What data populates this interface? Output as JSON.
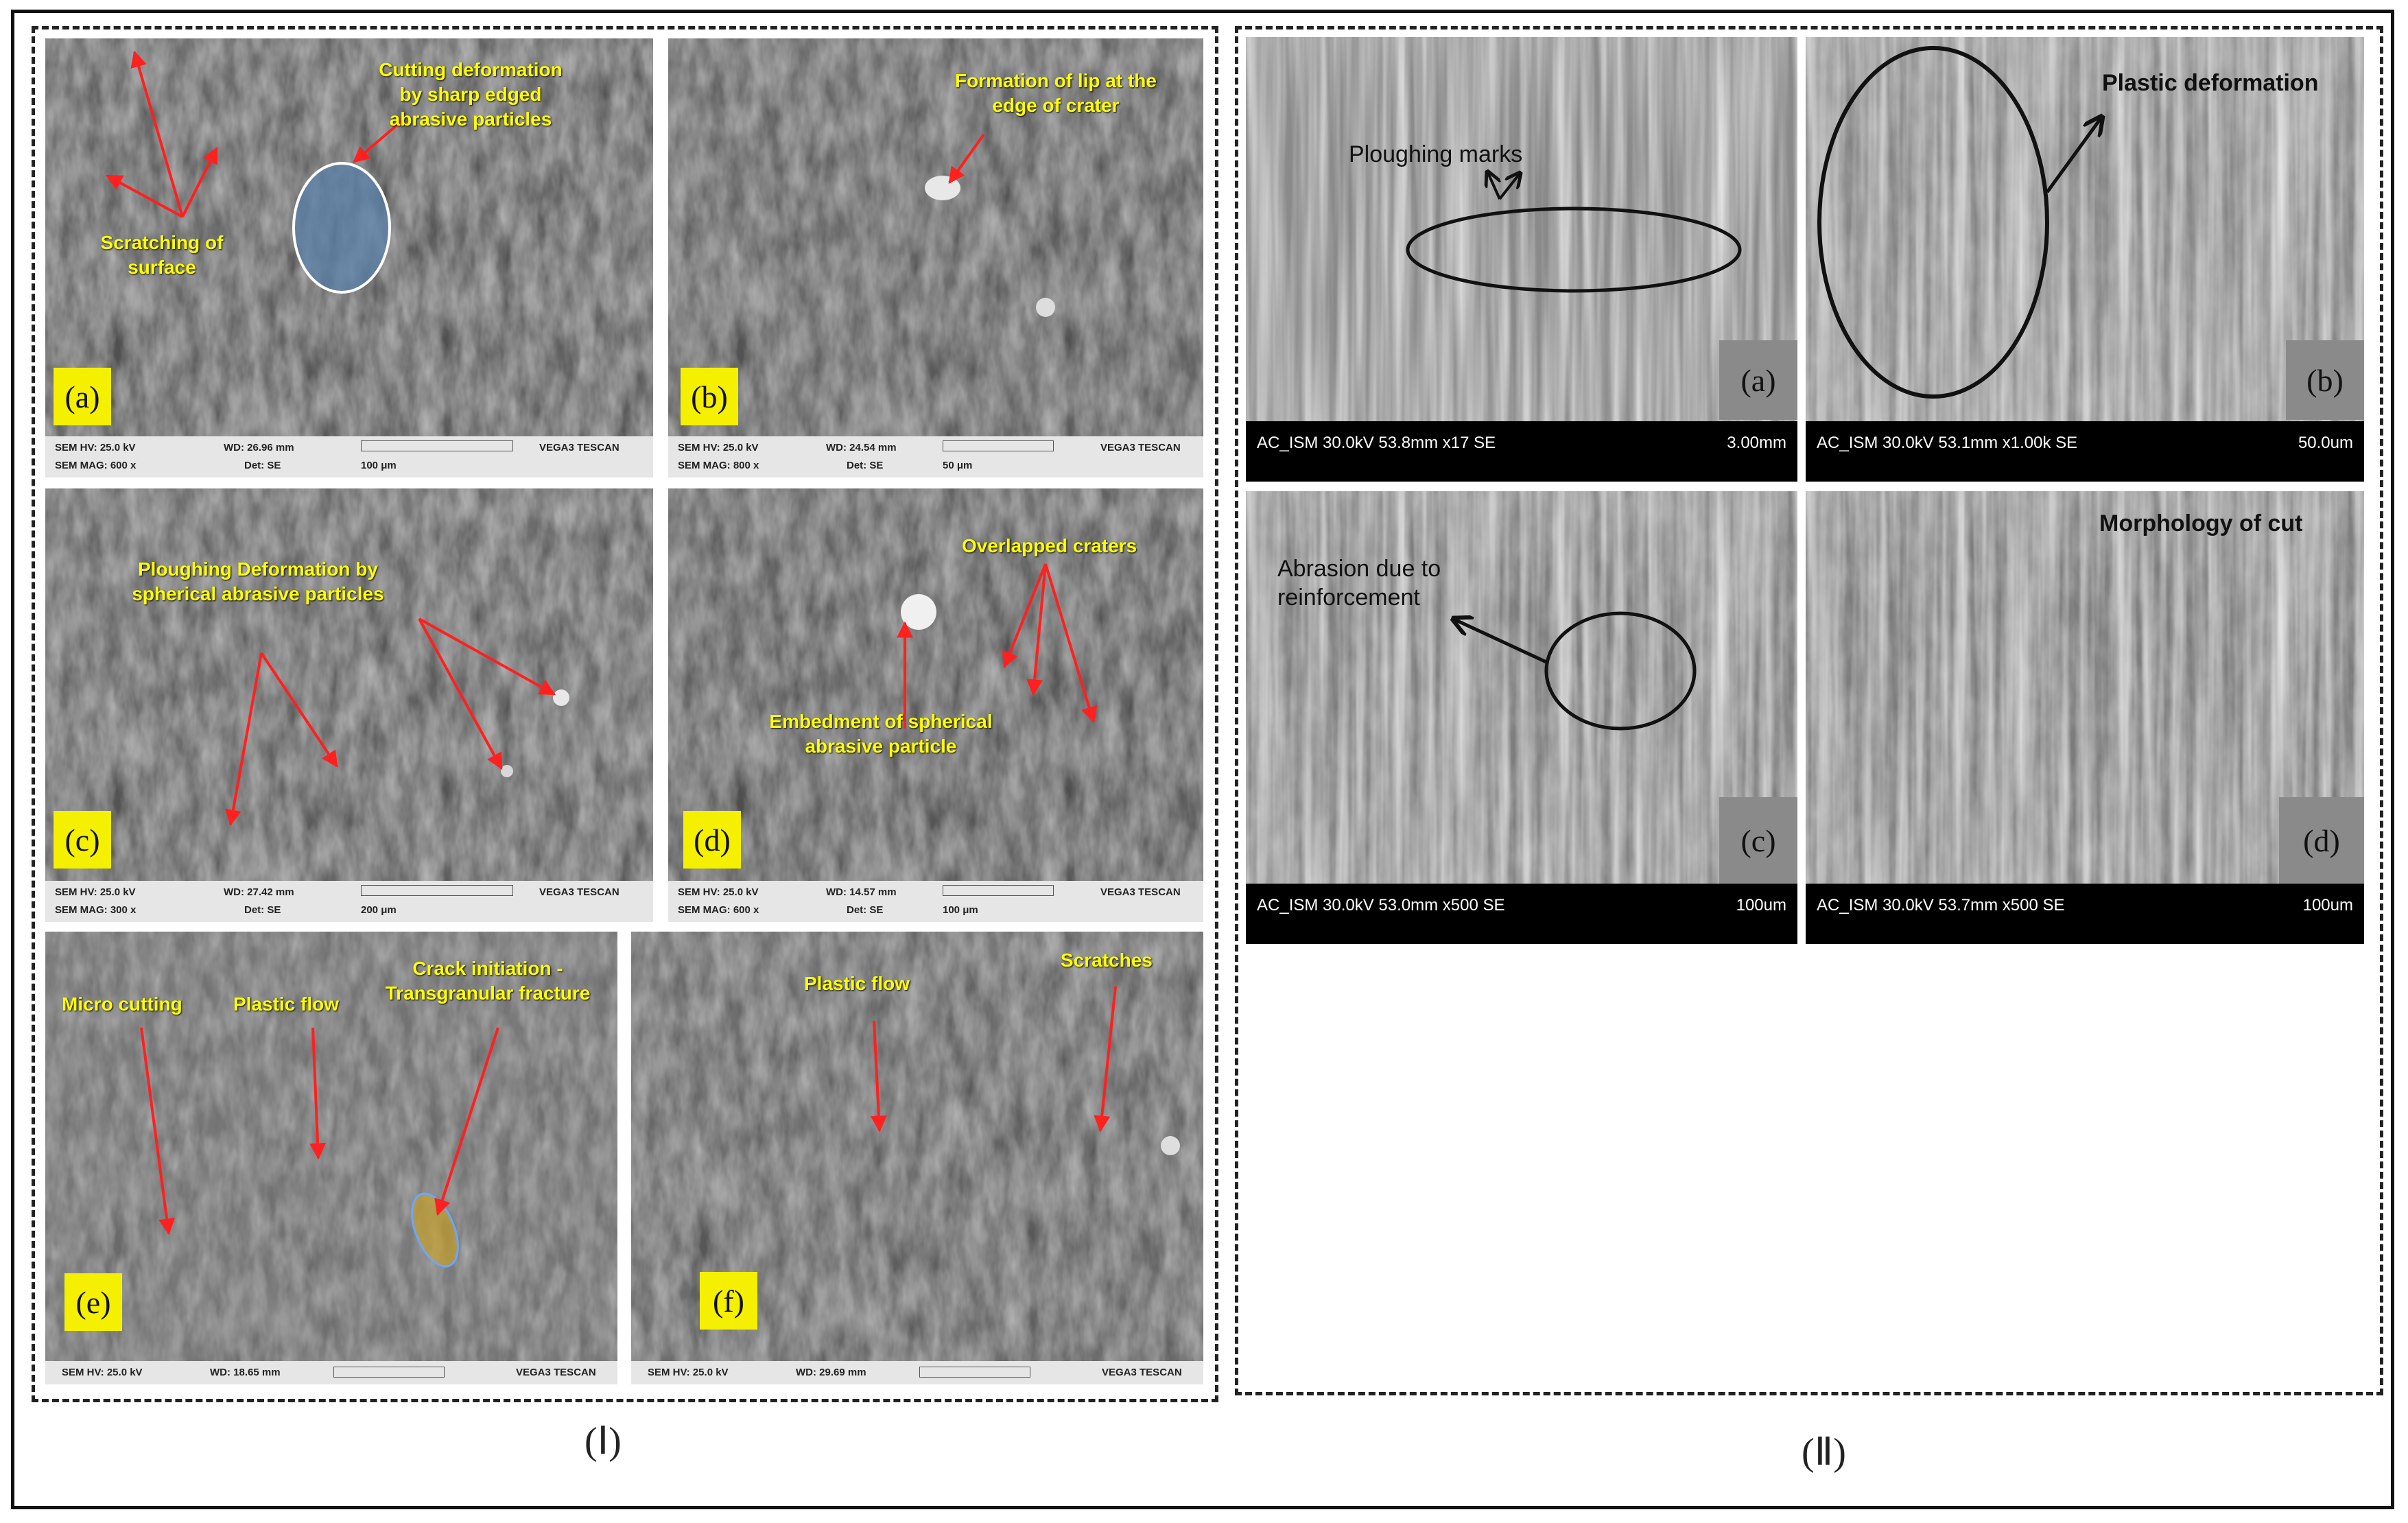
{
  "group_I": {
    "caption": "(Ⅰ)",
    "panels": {
      "a": {
        "label": "(a)",
        "ann1": "Cutting deformation by sharp edged abrasive particles",
        "ann2": "Scratching of surface",
        "meta": {
          "hv": "SEM HV: 25.0 kV",
          "wd": "WD: 26.96 mm",
          "brand": "VEGA3 TESCAN",
          "mag": "SEM MAG: 600 x",
          "det": "Det: SE",
          "scale": "100 μm"
        }
      },
      "b": {
        "label": "(b)",
        "ann1": "Formation of lip at the edge of crater",
        "meta": {
          "hv": "SEM HV: 25.0 kV",
          "wd": "WD: 24.54 mm",
          "brand": "VEGA3 TESCAN",
          "mag": "SEM MAG: 800 x",
          "det": "Det: SE",
          "scale": "50 μm"
        }
      },
      "c": {
        "label": "(c)",
        "ann1": "Ploughing Deformation by spherical abrasive particles",
        "meta": {
          "hv": "SEM HV: 25.0 kV",
          "wd": "WD: 27.42 mm",
          "brand": "VEGA3 TESCAN",
          "mag": "SEM MAG: 300 x",
          "det": "Det: SE",
          "scale": "200 μm"
        }
      },
      "d": {
        "label": "(d)",
        "ann1": "Overlapped craters",
        "ann2": "Embedment of spherical abrasive particle",
        "meta": {
          "hv": "SEM HV: 25.0 kV",
          "wd": "WD: 14.57 mm",
          "brand": "VEGA3 TESCAN",
          "mag": "SEM MAG: 600 x",
          "det": "Det: SE",
          "scale": "100 μm"
        }
      },
      "e": {
        "label": "(e)",
        "ann1": "Micro cutting",
        "ann2": "Plastic flow",
        "ann3": "Crack initiation - Transgranular fracture",
        "meta": {
          "hv": "SEM HV: 25.0 kV",
          "wd": "WD: 18.65 mm",
          "brand": "VEGA3 TESCAN"
        }
      },
      "f": {
        "label": "(f)",
        "ann1": "Plastic flow",
        "ann2": "Scratches",
        "meta": {
          "hv": "SEM HV: 25.0 kV",
          "wd": "WD: 29.69 mm",
          "brand": "VEGA3 TESCAN"
        }
      }
    }
  },
  "group_II": {
    "caption": "(Ⅱ)",
    "panels": {
      "a": {
        "label": "(a)",
        "ann1": "Ploughing marks",
        "meta": {
          "info": "AC_ISM 30.0kV 53.8mm x17 SE",
          "scale": "3.00mm"
        }
      },
      "b": {
        "label": "(b)",
        "ann1": "Plastic deformation",
        "meta": {
          "info": "AC_ISM 30.0kV 53.1mm x1.00k SE",
          "scale": "50.0um"
        }
      },
      "c": {
        "label": "(c)",
        "ann1": "Abrasion due to reinforcement",
        "meta": {
          "info": "AC_ISM 30.0kV 53.0mm x500 SE",
          "scale": "100um"
        }
      },
      "d": {
        "label": "(d)",
        "ann1": "Morphology of cut",
        "meta": {
          "info": "AC_ISM 30.0kV 53.7mm x500 SE",
          "scale": "100um"
        }
      }
    }
  },
  "colors": {
    "annotation_yellow": "#ffff00",
    "arrow_red": "#ff2020",
    "label_yellow": "#f5f000"
  }
}
